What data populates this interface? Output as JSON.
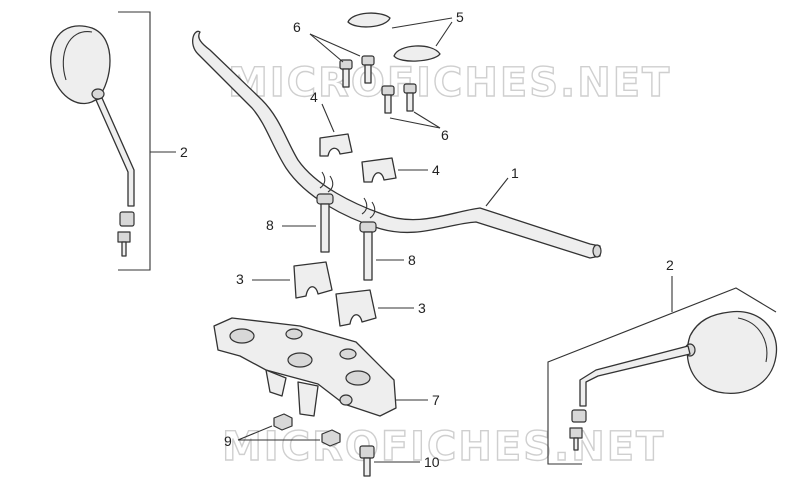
{
  "watermark": "MICROFICHES.NET",
  "callouts": {
    "c1": "1",
    "c2_left": "2",
    "c2_right": "2",
    "c3_left": "3",
    "c3_right": "3",
    "c4_top": "4",
    "c4_right": "4",
    "c5": "5",
    "c6_top": "6",
    "c6_bottom": "6",
    "c7": "7",
    "c8_left": "8",
    "c8_right": "8",
    "c9": "9",
    "c10": "10"
  }
}
